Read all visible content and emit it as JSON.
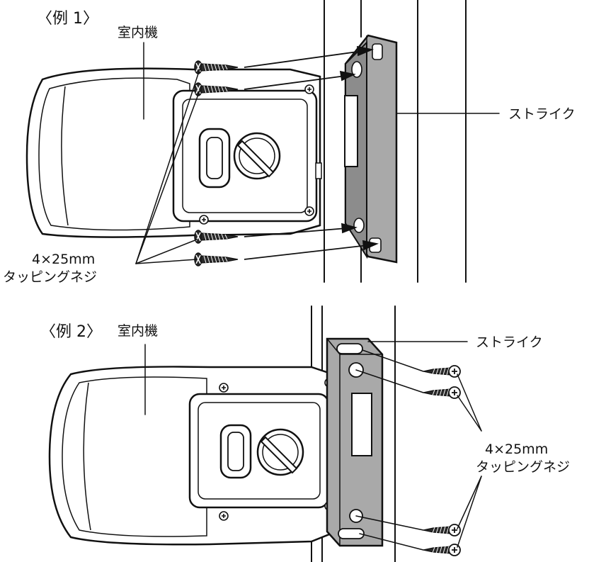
{
  "example1": {
    "caption": "〈例 1〉",
    "indoor_unit_label": "室内機",
    "strike_label": "ストライク",
    "screw_spec_line1": "4×25mm",
    "screw_spec_line2": "タッピングネジ"
  },
  "example2": {
    "caption": "〈例 2〉",
    "indoor_unit_label": "室内機",
    "strike_label": "ストライク",
    "screw_spec_line1": "4×25mm",
    "screw_spec_line2": "タッピングネジ"
  },
  "colors": {
    "line": "#111111",
    "body_fill": "#ffffff",
    "strike_fill": "#a9a9a9",
    "strike_side": "#8c8c8c",
    "screw_fill": "#2a2a2a"
  }
}
